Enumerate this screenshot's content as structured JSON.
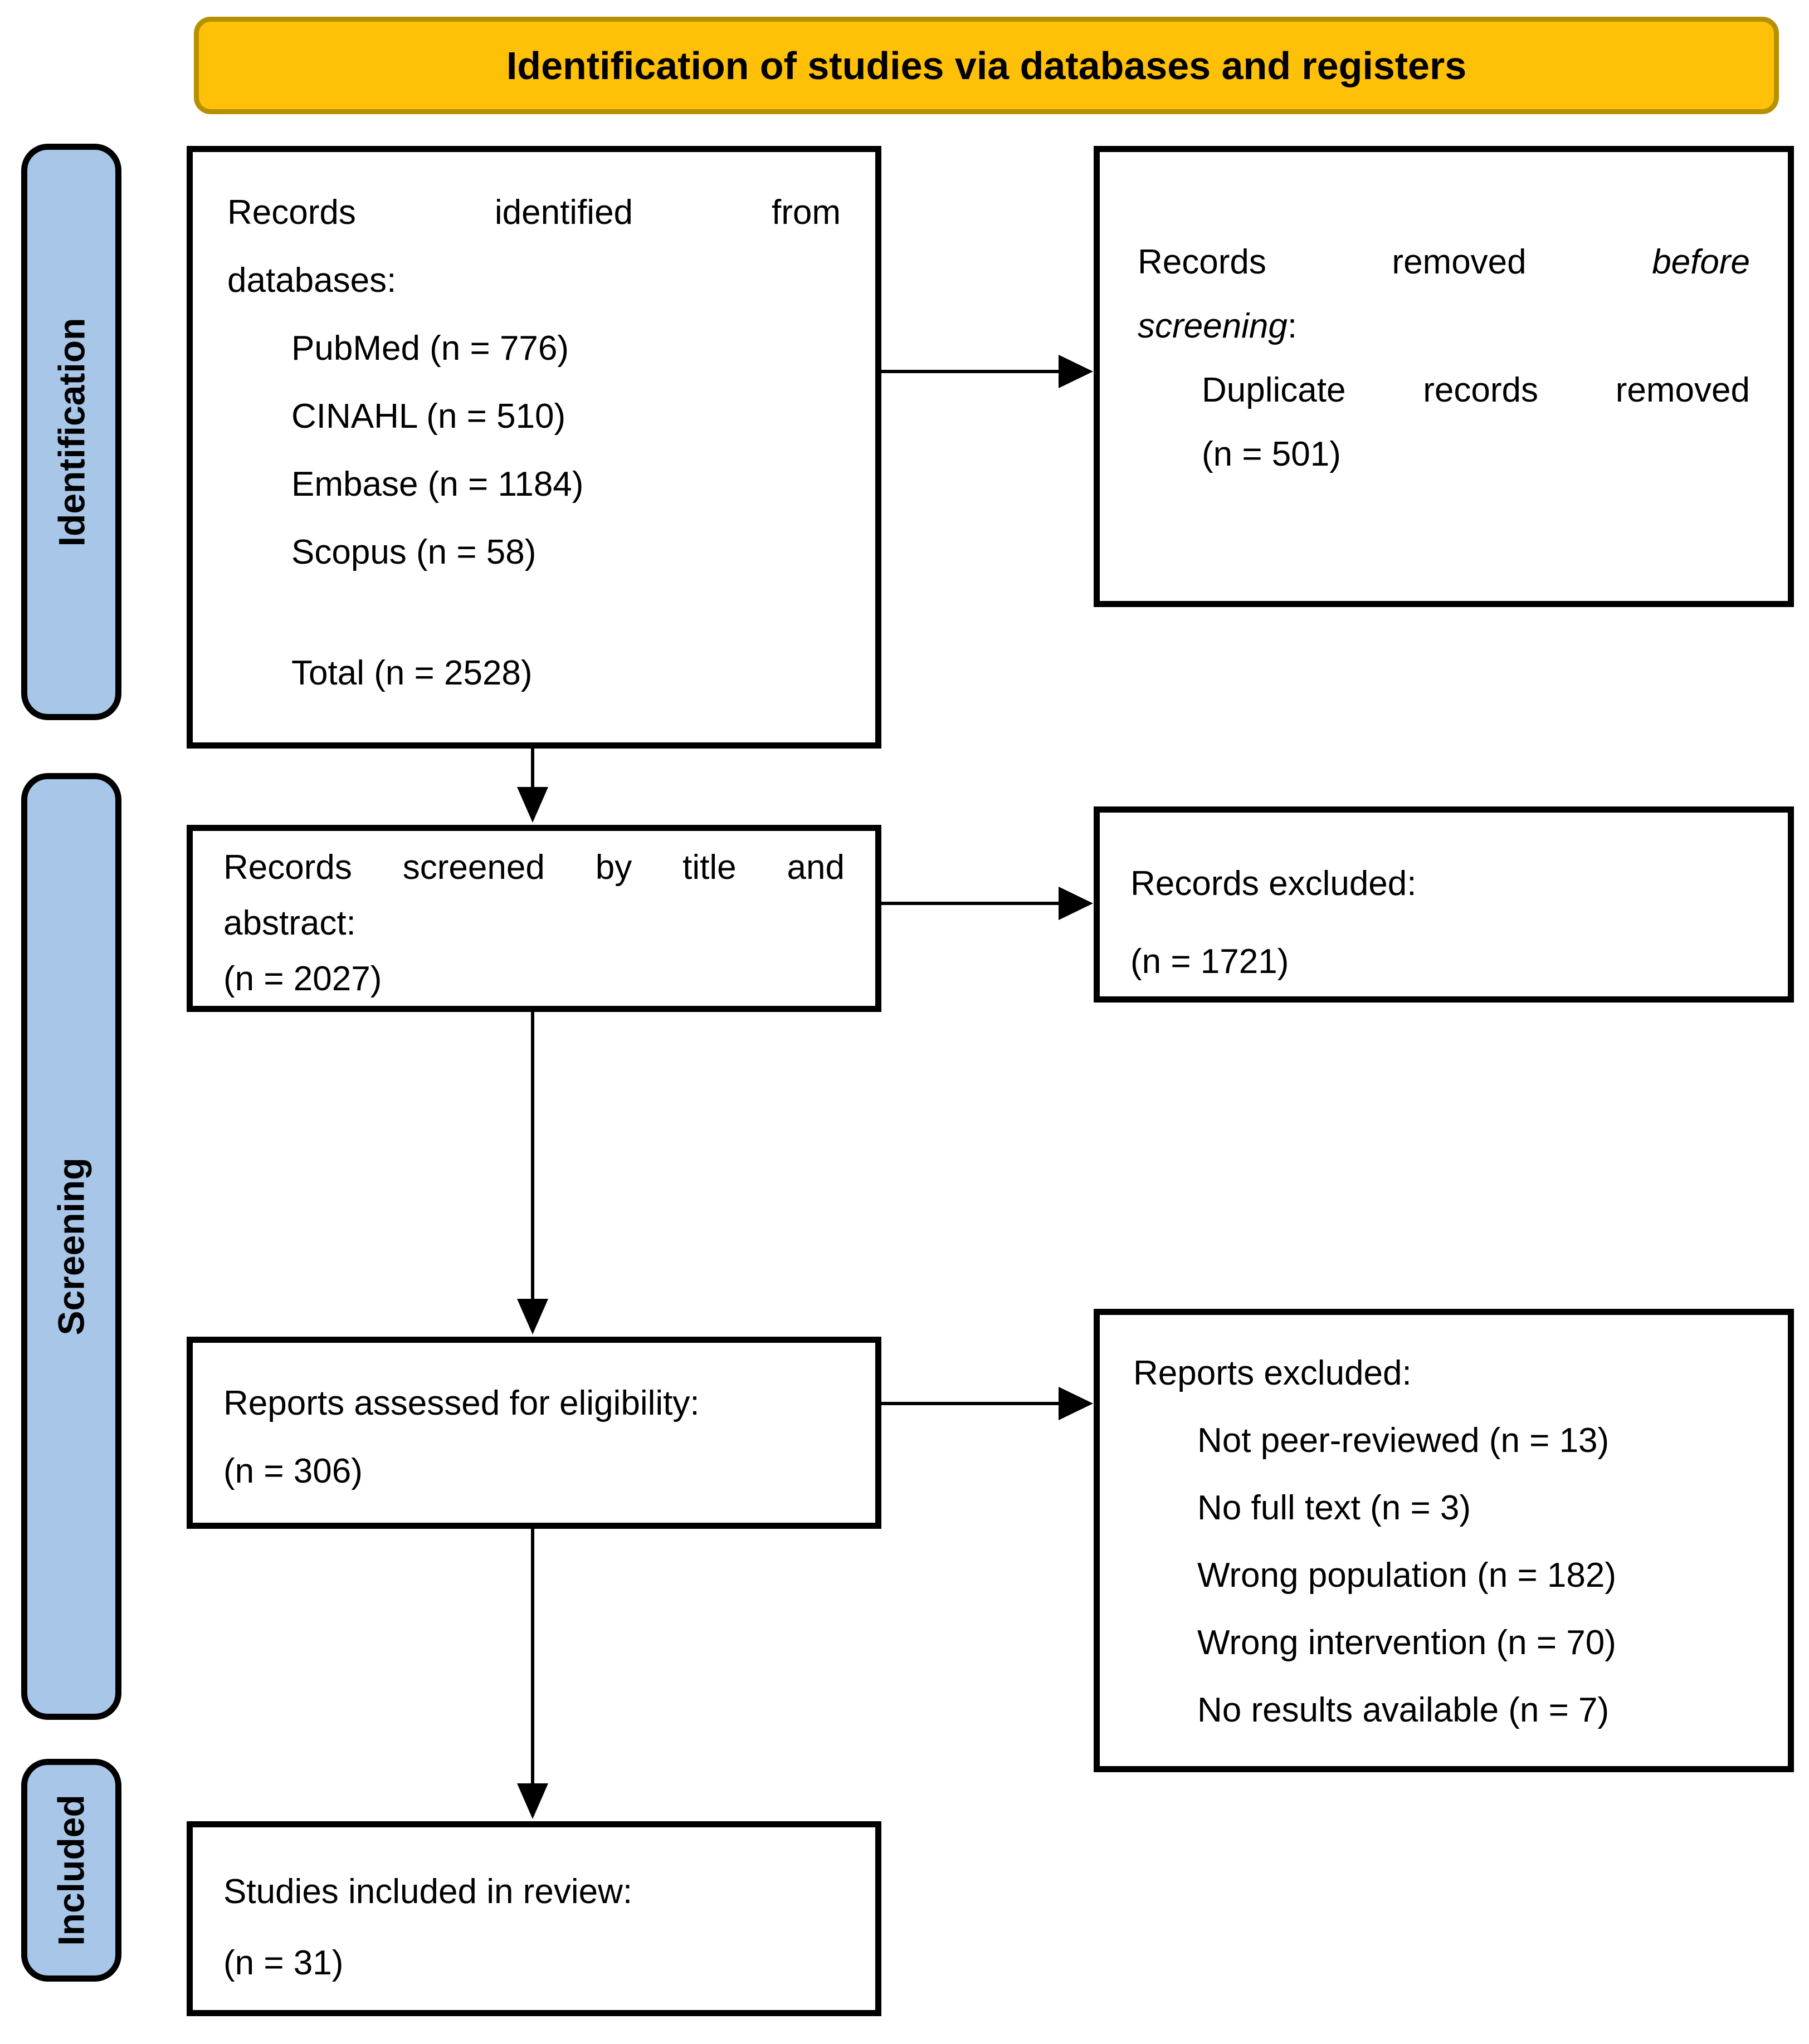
{
  "banner": {
    "title": "Identification of studies via databases and registers"
  },
  "sidebar": {
    "identification_label": "Identification",
    "screening_label": "Screening",
    "included_label": "Included"
  },
  "boxes": {
    "records_identified": {
      "line1": "Records identified from",
      "line2": "databases:",
      "items": [
        "PubMed (n = 776)",
        "CINAHL (n = 510)",
        "Embase (n = 1184)",
        "Scopus (n = 58)"
      ],
      "total": "Total (n = 2528)"
    },
    "records_removed": {
      "line1_words": [
        "Records",
        "removed",
        "before"
      ],
      "line2_italic": "screening",
      "line2_suffix": ":",
      "item_line1": "Duplicate records removed",
      "item_line2": "(n = 501)"
    },
    "records_screened": {
      "line1": "Records screened by title and",
      "line2": "abstract:",
      "count": "(n = 2027)"
    },
    "records_excluded": {
      "line1": "Records excluded:",
      "count": "(n = 1721)"
    },
    "reports_assessed": {
      "line1": "Reports assessed for eligibility:",
      "count": "(n = 306)"
    },
    "reports_excluded": {
      "line1": "Reports excluded:",
      "items": [
        "Not peer-reviewed (n = 13)",
        "No full text (n = 3)",
        "Wrong population (n = 182)",
        "Wrong intervention (n = 70)",
        "No results available (n = 7)"
      ]
    },
    "studies_included": {
      "line1": "Studies included in review:",
      "count": "(n = 31)"
    }
  },
  "colors": {
    "banner_fill": "#FFC008",
    "banner_border": "#B79000",
    "stage_fill": "#A8C6E7",
    "box_border": "#000000"
  }
}
